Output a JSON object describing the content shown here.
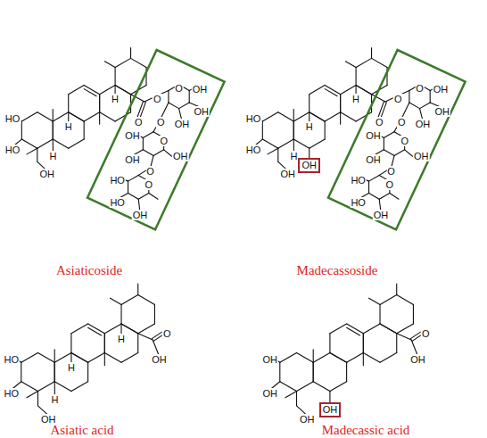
{
  "diagram": {
    "nodes": [
      {
        "text": [
          "O",
          "O",
          "O",
          "OH",
          "OH",
          "OH",
          "O",
          "O",
          "OH",
          "OH",
          "OH",
          "O",
          "O",
          "HO",
          "HO",
          "OH"
        ]
      },
      {
        "text": [
          "O",
          "O",
          "O",
          "OH",
          "OH",
          "OH",
          "O",
          "O",
          "OH",
          "OH",
          "OH",
          "O",
          "O",
          "HO",
          "HO",
          "OH"
        ]
      },
      {
        "text": [
          "OH"
        ]
      },
      {
        "text": [
          "OH"
        ]
      }
    ],
    "labels": [
      "HO",
      "HO",
      "OH",
      "H",
      "H",
      "H",
      "Asiaticoside",
      "HO",
      "HO",
      "OH",
      "H",
      "H",
      "H",
      "Madecassoside",
      "HO",
      "HO",
      "OH",
      "H",
      "H",
      "H",
      "O",
      "OH",
      "Asiatic acid",
      "OH",
      "OH",
      "OH",
      "O",
      "OH",
      "Madecassic acid"
    ]
  }
}
